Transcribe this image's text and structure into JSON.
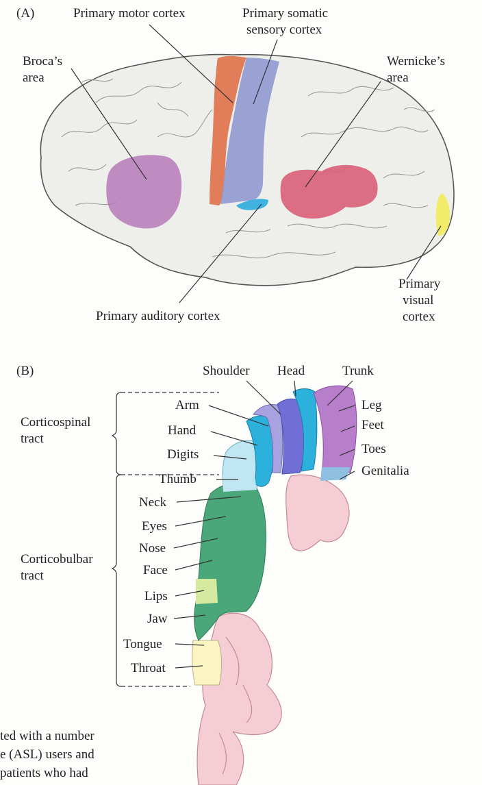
{
  "panel_a": {
    "label": "(A)",
    "labels": {
      "primary_motor": "Primary motor cortex",
      "somatic_1": "Primary somatic",
      "somatic_2": "sensory cortex",
      "broca_1": "Broca’s",
      "broca_2": "area",
      "wernicke_1": "Wernicke’s",
      "wernicke_2": "area",
      "auditory": "Primary auditory cortex",
      "visual_1": "Primary",
      "visual_2": "visual",
      "visual_3": "cortex"
    },
    "colors": {
      "broca": "#b57ab8",
      "motor": "#e0704a",
      "somatic": "#8f99cf",
      "wernicke": "#d95f78",
      "auditory": "#3fb2e0",
      "visual": "#f3ec6a"
    }
  },
  "panel_b": {
    "label": "(B)",
    "top_labels": {
      "shoulder": "Shoulder",
      "head": "Head",
      "trunk": "Trunk"
    },
    "left_labels": {
      "arm": "Arm",
      "hand": "Hand",
      "digits": "Digits",
      "thumb": "Thumb",
      "neck": "Neck",
      "eyes": "Eyes",
      "nose": "Nose",
      "face": "Face",
      "lips": "Lips",
      "jaw": "Jaw",
      "tongue": "Tongue",
      "throat": "Throat"
    },
    "right_labels": {
      "leg": "Leg",
      "feet": "Feet",
      "toes": "Toes",
      "genitalia": "Genitalia"
    },
    "tracts": {
      "corticospinal_1": "Corticospinal",
      "corticospinal_2": "tract",
      "corticobulbar_1": "Corticobulbar",
      "corticobulbar_2": "tract"
    },
    "colors": {
      "light_blue": "#bfe6f2",
      "cyan": "#2cb0dc",
      "lavender": "#a8a3e0",
      "violet": "#6f6fd6",
      "purple": "#b77ecb",
      "green": "#4aa779",
      "light_green": "#d6e9a0",
      "pale_yellow": "#fbf5c4",
      "pink": "#f5cdd4"
    }
  },
  "body_text": {
    "line1": "ted with a number",
    "line2": "e (ASL) users and",
    "line3": "patients who had"
  }
}
